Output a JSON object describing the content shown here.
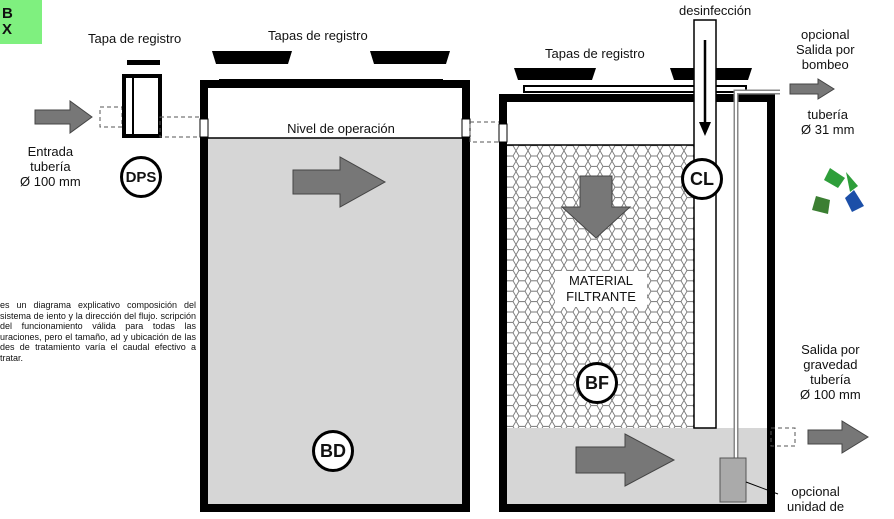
{
  "corner": {
    "line1": "B",
    "line2": "X"
  },
  "labels": {
    "tapa_registro": "Tapa de registro",
    "tapas_registro_1": "Tapas de registro",
    "tapas_registro_2": "Tapas de registro",
    "desinfeccion": "desinfección",
    "opcional_salida_bombeo": [
      "opcional",
      "Salida por",
      "bombeo"
    ],
    "tuberia_31": [
      "tubería",
      "Ø 31 mm"
    ],
    "entrada": [
      "Entrada",
      "tubería",
      "Ø 100 mm"
    ],
    "nivel_operacion": "Nivel de operación",
    "material_filtrante": [
      "MATERIAL",
      "FILTRANTE"
    ],
    "salida_gravedad": [
      "Salida por",
      "gravedad",
      "tubería",
      "Ø 100 mm"
    ],
    "opcional_unidad": [
      "opcional",
      "unidad de"
    ]
  },
  "badges": {
    "dps": "DPS",
    "bd": "BD",
    "bf": "BF",
    "cl": "CL"
  },
  "note": "es un diagrama explicativo composición del sistema de iento y la dirección del flujo. scripción del funcionamiento válida para todas las uraciones, pero el tamaño, ad y ubicación de las des de tratamiento varía el caudal efectivo a tratar.",
  "colors": {
    "water": "#d6d6d6",
    "arrow": "#777777",
    "wall": "#000000",
    "corner": "#7ff07f"
  }
}
